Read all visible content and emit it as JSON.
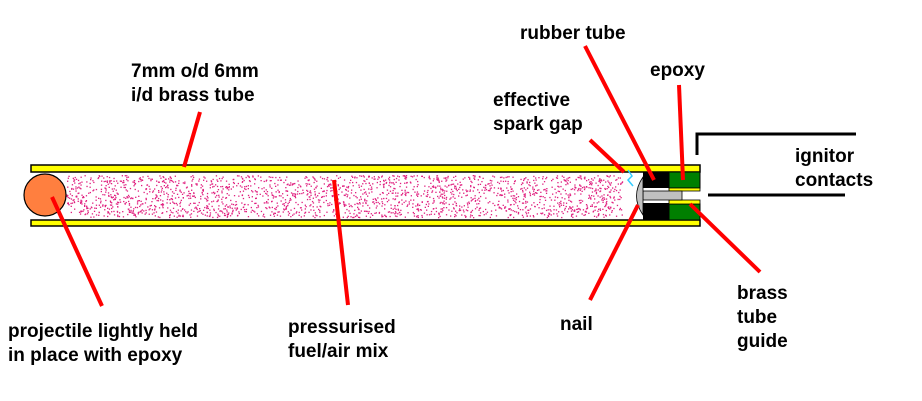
{
  "labels": {
    "brass_tube": "7mm o/d 6mm\ni/d brass tube",
    "rubber_tube": "rubber tube",
    "epoxy": "epoxy",
    "spark_gap": "effective\nspark gap",
    "ignitor_contacts": "ignitor\ncontacts",
    "projectile": "projectile lightly held\nin place with epoxy",
    "fuel_mix": "pressurised\nfuel/air mix",
    "nail": "nail",
    "brass_guide": "brass\ntube\nguide"
  },
  "colors": {
    "brass": "#ffff00",
    "projectile": "#ff7f3f",
    "epoxy": "#007f00",
    "rubber": "#000000",
    "nail": "#c0c0c0",
    "fuel": "#e0207f",
    "pointer": "#ff0000",
    "spark": "#33ccff"
  }
}
